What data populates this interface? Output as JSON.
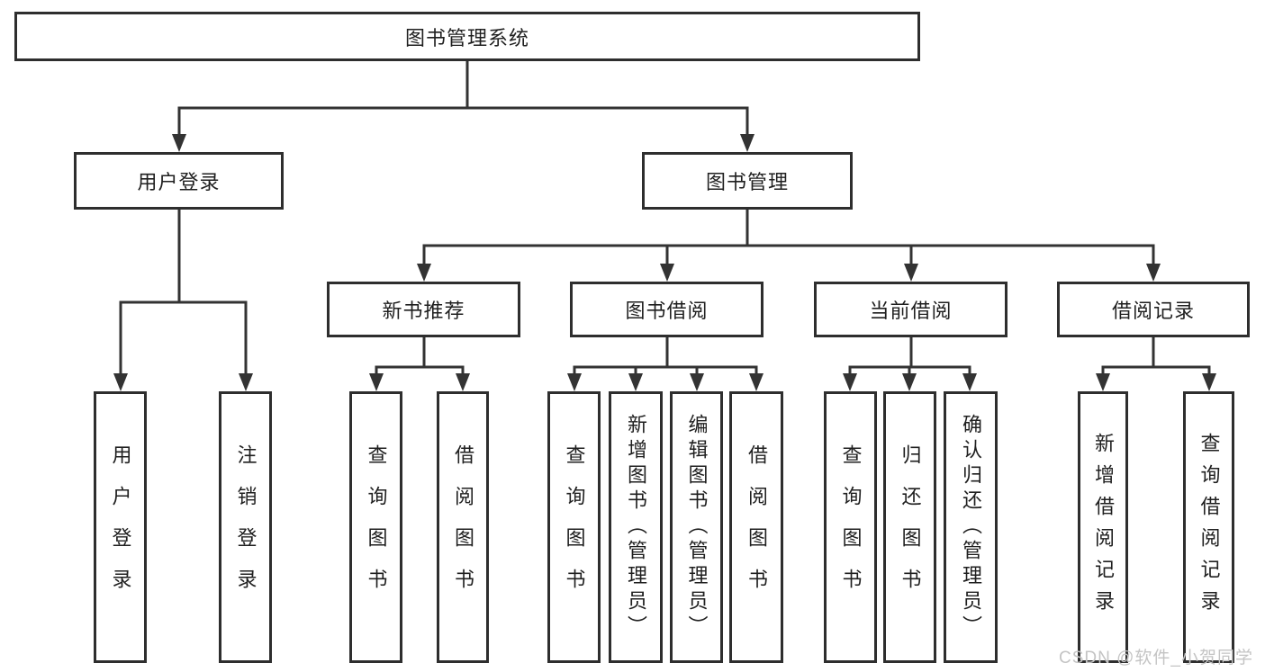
{
  "diagram": {
    "root": {
      "label": "图书管理系统"
    },
    "branches": [
      {
        "label": "用户登录",
        "children": [
          {
            "label": "用户登录"
          },
          {
            "label": "注销登录"
          }
        ]
      },
      {
        "label": "图书管理",
        "children": [
          {
            "label": "新书推荐",
            "children": [
              {
                "label": "查询图书"
              },
              {
                "label": "借阅图书"
              }
            ]
          },
          {
            "label": "图书借阅",
            "children": [
              {
                "label": "查询图书"
              },
              {
                "label": "新增图书（管理员）"
              },
              {
                "label": "编辑图书（管理员）"
              },
              {
                "label": "借阅图书"
              }
            ]
          },
          {
            "label": "当前借阅",
            "children": [
              {
                "label": "查询图书"
              },
              {
                "label": "归还图书"
              },
              {
                "label": "确认归还（管理员）"
              }
            ]
          },
          {
            "label": "借阅记录",
            "children": [
              {
                "label": "新增借阅记录"
              },
              {
                "label": "查询借阅记录"
              }
            ]
          }
        ]
      }
    ],
    "watermark": {
      "text": "CSDN @软件_小贺同学"
    },
    "colors": {
      "line": "#333333",
      "box_border": "#2e2e2e",
      "text": "#1f1f1f",
      "watermark": "#c4c4c4",
      "background": "#ffffff"
    }
  }
}
